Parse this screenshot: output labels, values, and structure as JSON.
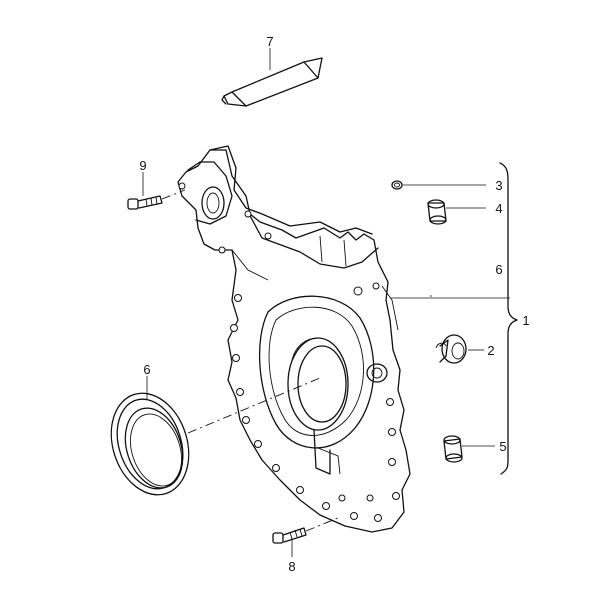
{
  "callouts": {
    "c1": "1",
    "c2": "2",
    "c3": "3",
    "c4": "4",
    "c5": "5",
    "c6_right": "6",
    "c6_left": "6",
    "c7": "7",
    "c8": "8",
    "c9": "9"
  }
}
